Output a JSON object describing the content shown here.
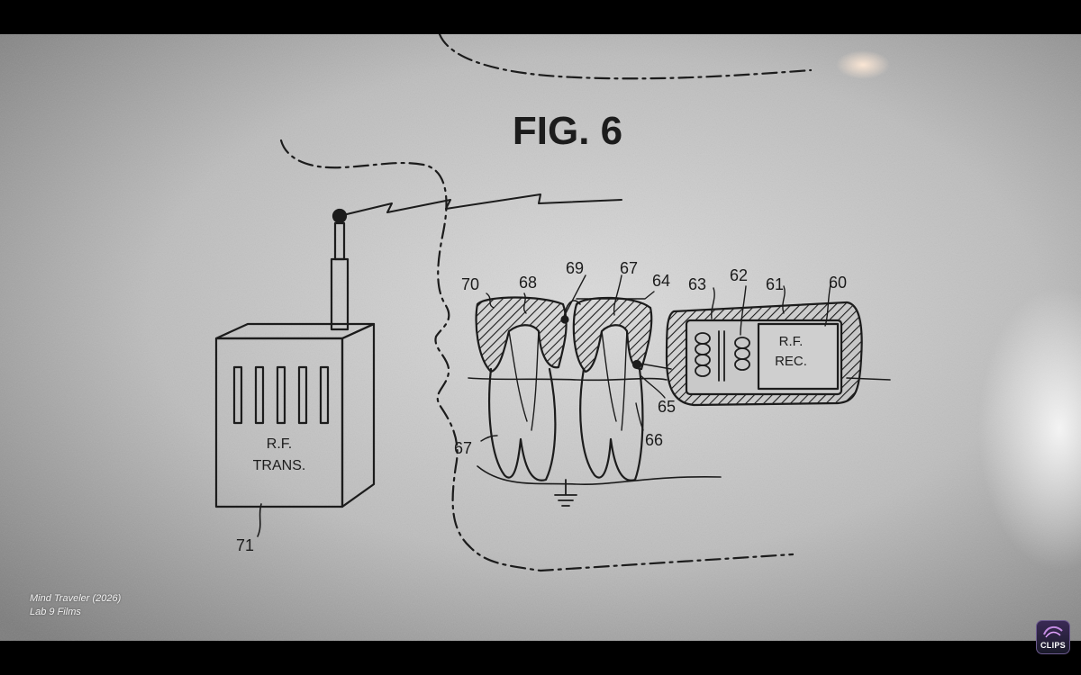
{
  "figure": {
    "title": "FIG. 6",
    "transmitter_label_line1": "R.F.",
    "transmitter_label_line2": "TRANS.",
    "receiver_label_line1": "R.F.",
    "receiver_label_line2": "REC.",
    "refs": {
      "r60": "60",
      "r61": "61",
      "r62": "62",
      "r63": "63",
      "r64": "64",
      "r65": "65",
      "r66": "66",
      "r67a": "67",
      "r67b": "67",
      "r68": "68",
      "r69": "69",
      "r70": "70",
      "r71": "71"
    }
  },
  "credit": {
    "line1": "Mind Traveler (2026)",
    "line2": "Lab 9 Films"
  },
  "badge": {
    "label": "CLIPS"
  },
  "colors": {
    "ink": "#1c1c1c",
    "paper_light": "#d8d8d8",
    "paper_dark": "#8a8a8a",
    "letterbox": "#000000"
  }
}
